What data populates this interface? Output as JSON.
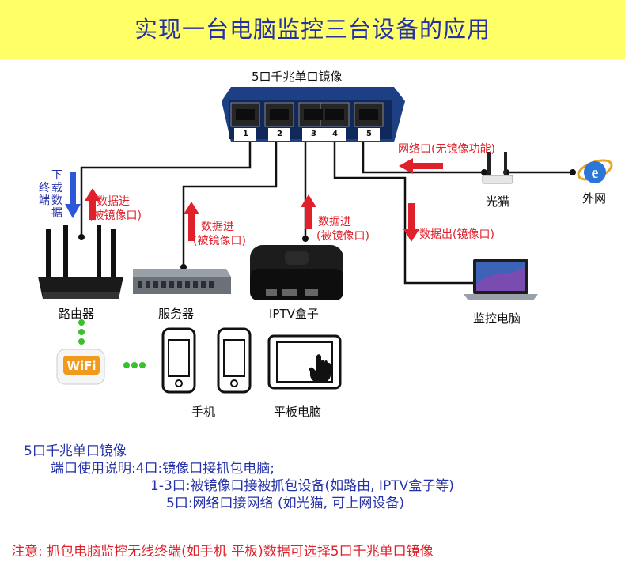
{
  "header": {
    "title": "实现一台电脑监控三台设备的应用"
  },
  "switch": {
    "title": "5口千兆单口镜像",
    "ports": [
      "1",
      "2",
      "3",
      "4",
      "5"
    ]
  },
  "devices": {
    "router": "路由器",
    "server": "服务器",
    "iptv": "IPTV盒子",
    "monitor_pc": "监控电脑",
    "modem": "光猫",
    "internet": "外网",
    "phone": "手机",
    "tablet": "平板电脑",
    "wifi_logo": "WiFi"
  },
  "annotations": {
    "download_terminal": [
      "下",
      "载",
      "终",
      "端",
      "数",
      "据"
    ],
    "router_data_in": [
      "数据进",
      "(被镜像口)"
    ],
    "server_data_in": [
      "数据进",
      "(被镜像口)"
    ],
    "iptv_data_in": [
      "数据进",
      "(被镜像口)"
    ],
    "data_out": "数据出(镜像口)",
    "network_port": "网络口(无镜像功能)"
  },
  "notes": {
    "title": "5口千兆单口镜像",
    "lines": [
      "端口使用说明:4口:镜像口接抓包电脑;",
      "1-3口:被镜像口接被抓包设备(如路由, IPTV盒子等)",
      "5口:网络口接网络 (如光猫, 可上网设备)"
    ],
    "warning": "注意: 抓包电脑监控无线终端(如手机 平板)数据可选择5口千兆单口镜像"
  },
  "colors": {
    "banner": "#ffff66",
    "title_blue": "#2431a8",
    "arrow_red": "#e0202a",
    "arrow_blue": "#2c57d8",
    "wifi_dot": "#39c02c"
  }
}
